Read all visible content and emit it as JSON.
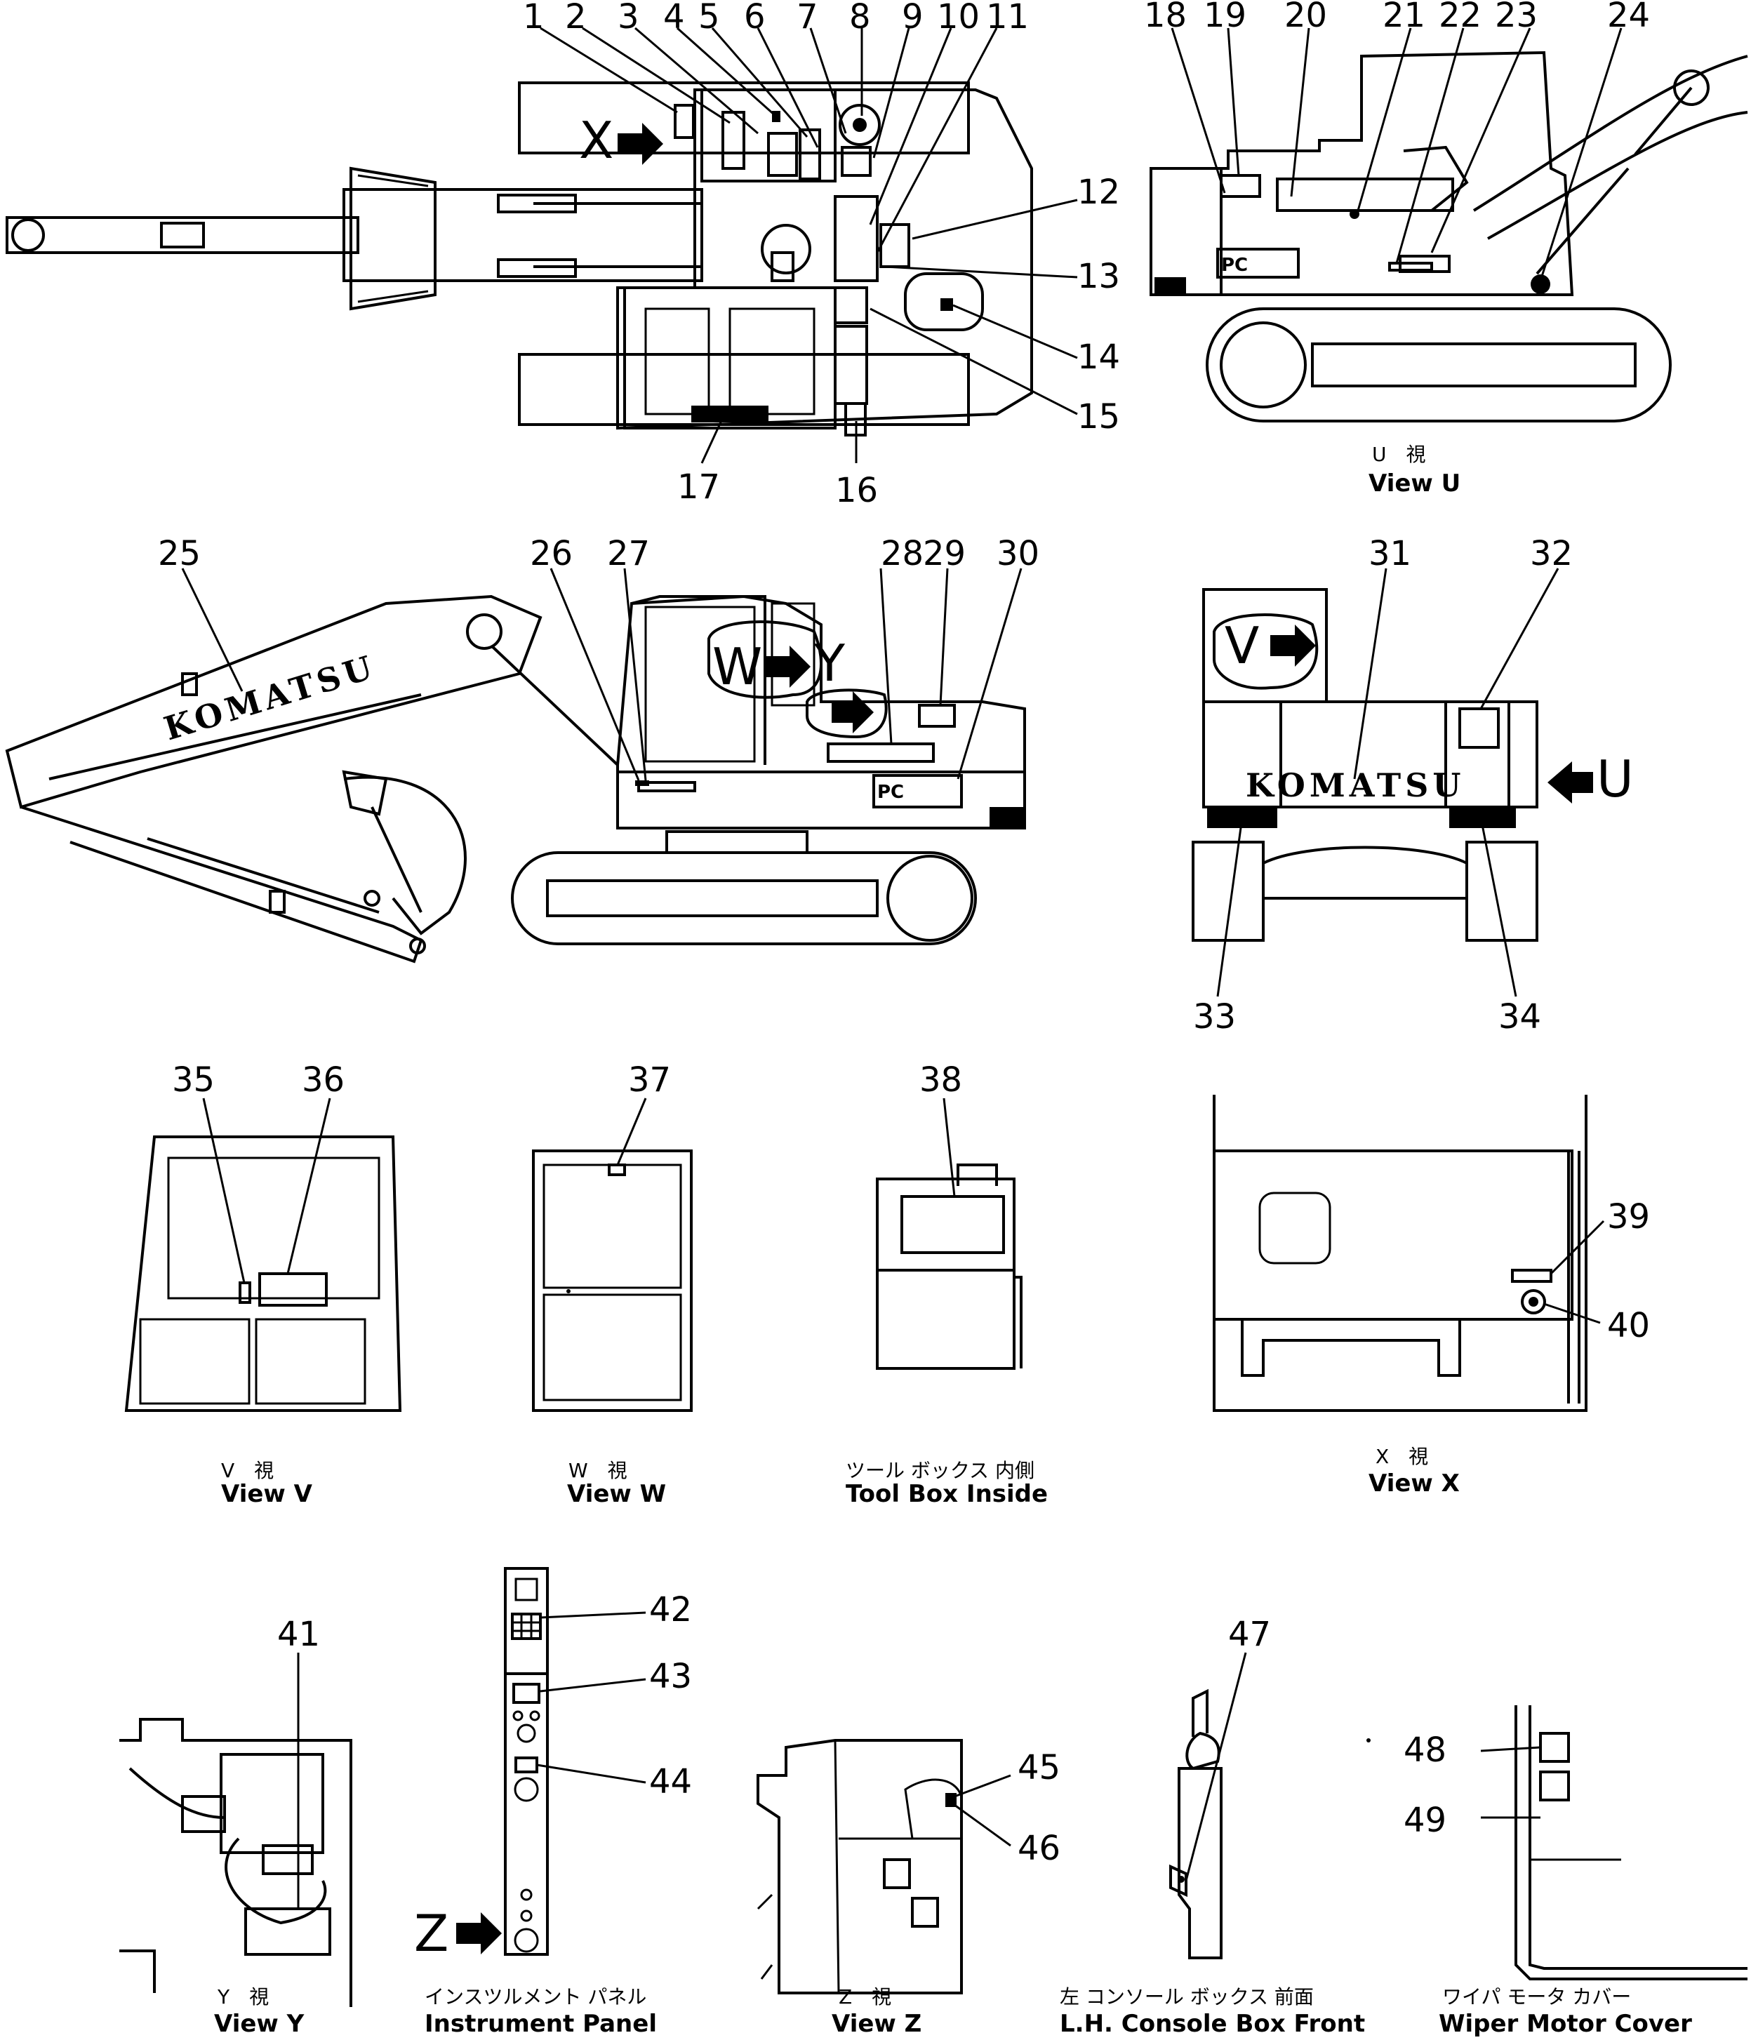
{
  "callout_numbers": [
    "1",
    "2",
    "3",
    "4",
    "5",
    "6",
    "7",
    "8",
    "9",
    "10",
    "11",
    "12",
    "13",
    "14",
    "15",
    "16",
    "17",
    "18",
    "19",
    "20",
    "21",
    "22",
    "23",
    "24",
    "25",
    "26",
    "27",
    "28",
    "29",
    "30",
    "31",
    "32",
    "33",
    "34",
    "35",
    "36",
    "37",
    "38",
    "39",
    "40",
    "41",
    "42",
    "43",
    "44",
    "45",
    "46",
    "47",
    "48",
    "49"
  ],
  "view_markers": {
    "x": "X",
    "w": "W",
    "y": "Y",
    "v": "V",
    "u": "U",
    "z": "Z"
  },
  "labels": {
    "brand": "KOMATSU",
    "model_plate": "PC"
  },
  "captions": {
    "view_u": {
      "jp": "U　視",
      "en": "View U"
    },
    "view_v": {
      "jp": "V　視",
      "en": "View V"
    },
    "view_w": {
      "jp": "W　視",
      "en": "View W"
    },
    "tool_box": {
      "jp": "ツール ボックス 内側",
      "en": "Tool Box Inside"
    },
    "view_x": {
      "jp": "X　視",
      "en": "View X"
    },
    "view_y": {
      "jp": "Y　視",
      "en": "View Y"
    },
    "instrument_panel": {
      "jp": "インスツルメント パネル",
      "en": "Instrument Panel"
    },
    "view_z": {
      "jp": "Z　視",
      "en": "View Z"
    },
    "console_box": {
      "jp": "左 コンソール ボックス 前面",
      "en": "L.H. Console Box Front"
    },
    "wiper_cover": {
      "jp": "ワイパ モータ カバー",
      "en": "Wiper Motor Cover"
    }
  }
}
